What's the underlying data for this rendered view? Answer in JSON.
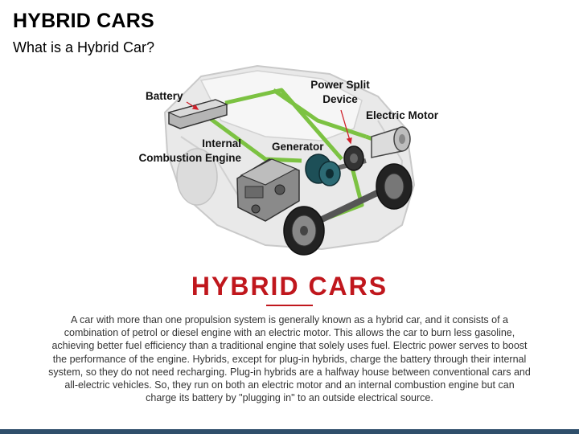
{
  "title": "HYBRID CARS",
  "subtitle": "What is a Hybrid Car?",
  "labels": {
    "battery": "Battery",
    "power_split_1": "Power Split",
    "power_split_2": "Device",
    "electric_motor": "Electric Motor",
    "ice_1": "Internal",
    "ice_2": "Combustion Engine",
    "generator": "Generator"
  },
  "heading": "HYBRID CARS",
  "body": "A car with more than one propulsion system is generally known as a hybrid car, and it consists of a combination of petrol or diesel engine with an electric motor. This allows the car to burn less gasoline, achieving better fuel efficiency than a traditional engine that solely uses fuel. Electric power serves to boost the performance of the engine. Hybrids, except for plug-in hybrids, charge the battery through their internal system, so they do not need recharging. Plug-in hybrids are a halfway house between conventional cars and all-electric vehicles. So, they run on both an electric motor and an internal combustion engine but can charge its battery by \"plugging in\" to an outside electrical source.",
  "colors": {
    "accent": "#c0171d",
    "connector": "#7cc242",
    "footer": "#2f4f6b"
  }
}
